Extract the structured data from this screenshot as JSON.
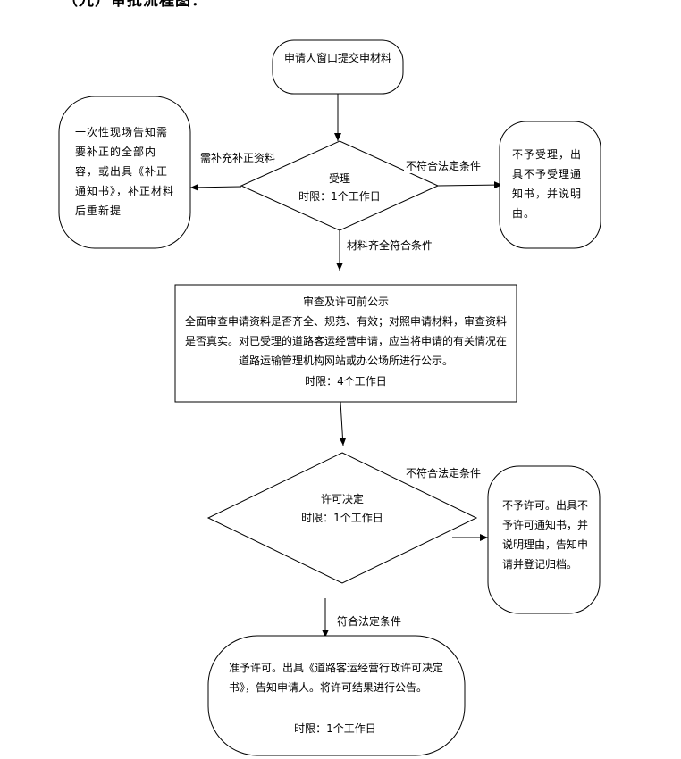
{
  "heading": "（九）审批流程图：",
  "nodes": {
    "start": "申请人窗口提交申材料",
    "supplement_notice": "一次性现场告知需要补正的全部内容，或出具《补正通知书》，补正材料后重新提",
    "accept": {
      "title": "受理",
      "limit": "时限：1个工作日"
    },
    "reject_accept": "不予受理，出具不予受理通知书，并说明由。",
    "review": {
      "title": "审查及许可前公示",
      "body": "全面审查申请资料是否齐全、规范、有效；对照申请材料，审查资料是否真实。对已受理的道路客运经营申请，应当将申请的有关情况在道路运输管理机构网站或办公场所进行公示。",
      "limit": "时限：4个工作日"
    },
    "decision": {
      "title": "许可决定",
      "limit": "时限：1个工作日"
    },
    "reject_permit": "不予许可。出具不予许可通知书，并说明理由，告知申请并登记归档。",
    "approve": {
      "body": "准予许可。出具《道路客运经营行政许可决定书》，告知申请人。将许可结果进行公告。",
      "limit": "时限：1个工作日"
    }
  },
  "edges": {
    "need_supplement": "需补充补正资料",
    "not_meet_1": "不符合法定条件",
    "complete": "材料齐全符合条件",
    "not_meet_2": "不符合法定条件",
    "meet": "符合法定条件"
  }
}
